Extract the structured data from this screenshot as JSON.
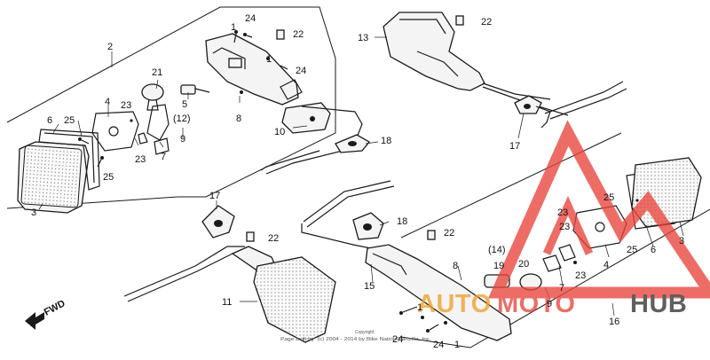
{
  "diagram": {
    "fwd_label": "FWD",
    "copyright_line1": "Copyright",
    "copyright_line2": "Page built by: (c) 2004 - 2014 by Bike Nation/Partzilla, Inc.",
    "watermark": {
      "part1": "AUTO",
      "part2": "MOTO",
      "part3": "HUB",
      "color_red": "#e8453c",
      "color_orange": "#f0a02a",
      "color_dark": "#333333"
    },
    "callouts": {
      "c2": "2",
      "c6": "6",
      "c25a": "25",
      "c25b": "25",
      "c3a": "3",
      "c4a": "4",
      "c23a": "23",
      "c23b": "23",
      "c21": "21",
      "c5": "5",
      "c12": "(12)",
      "c9a": "9",
      "c7a": "7",
      "c1a": "1",
      "c24a": "24",
      "c22a": "22",
      "c1b": "1",
      "c24b": "24",
      "c8a": "8",
      "c10": "10",
      "c18a": "18",
      "c13": "13",
      "c22b": "22",
      "c17a": "17",
      "c17b": "17",
      "c22c": "22",
      "c11": "11",
      "c18b": "18",
      "c22d": "22",
      "c14": "(14)",
      "c8b": "8",
      "c19": "19",
      "c20": "20",
      "c23c": "23",
      "c23d": "23",
      "c4b": "4",
      "c25c": "25",
      "c25d": "25",
      "c6b": "6",
      "c3b": "3",
      "c15": "15",
      "c7b": "7",
      "c9b": "9",
      "c23e": "23",
      "c1c": "1",
      "c24c": "24",
      "c24d": "24",
      "c1d": "1",
      "c16": "16"
    }
  }
}
